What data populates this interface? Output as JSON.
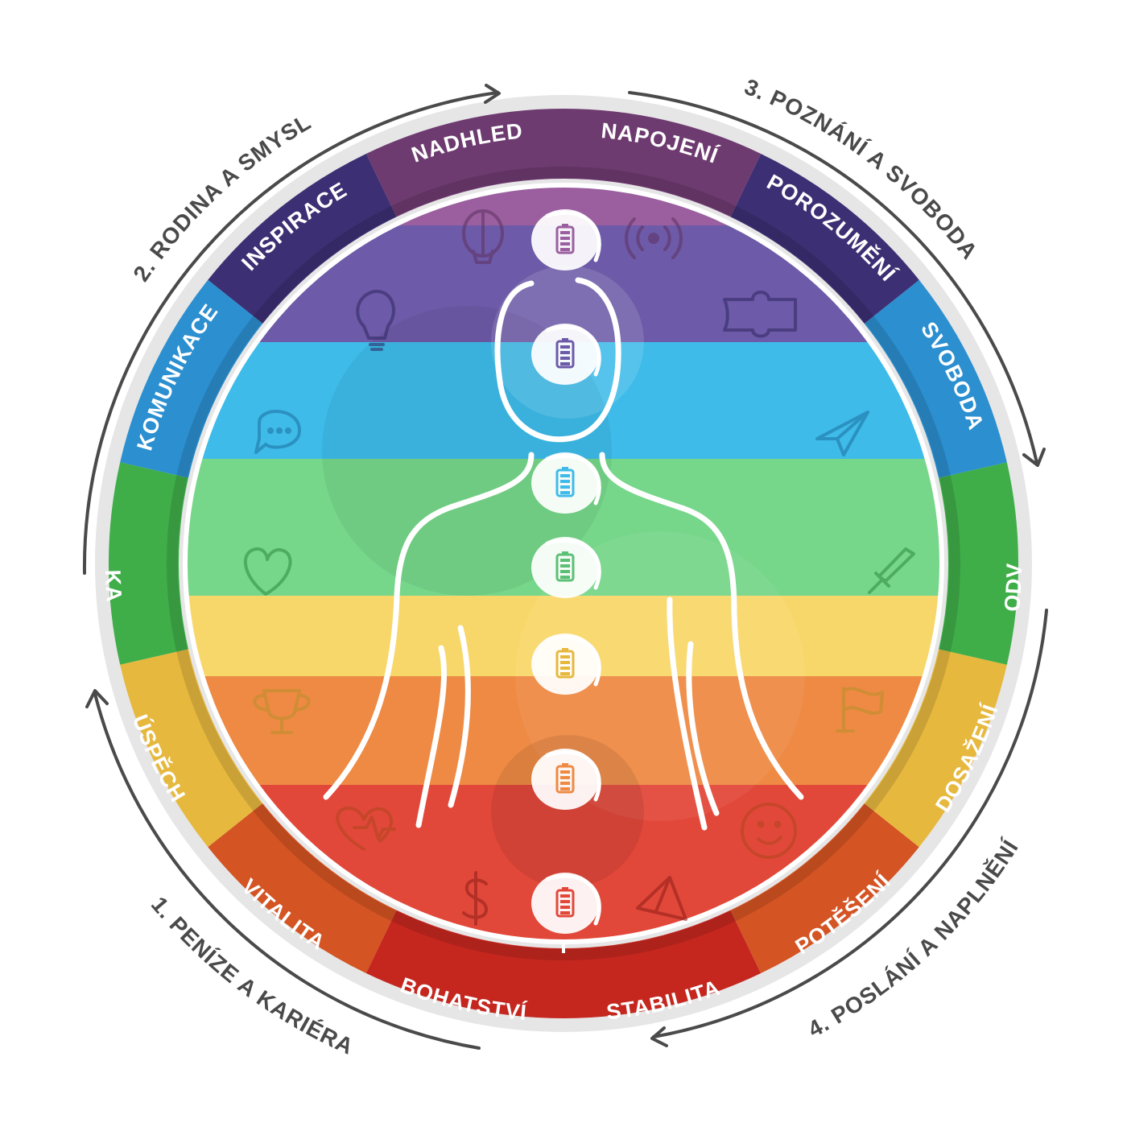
{
  "phases": [
    {
      "label": "1. PENÍZE A KARIÉRA"
    },
    {
      "label": "2. RODINA A SMYSL"
    },
    {
      "label": "3. POZNÁNÍ A SVOBODA"
    },
    {
      "label": "4. POSLÁNÍ A NAPLNĚNÍ"
    }
  ],
  "segments": [
    {
      "label": "STABILITA",
      "color": "#c5271f"
    },
    {
      "label": "POTĚŠENÍ",
      "color": "#d45423"
    },
    {
      "label": "DOSAŽENÍ",
      "color": "#e6b83e"
    },
    {
      "label": "ODVAHA",
      "color": "#3fae49"
    },
    {
      "label": "SVOBODA",
      "color": "#2c8fd0"
    },
    {
      "label": "POROZUMĚNÍ",
      "color": "#3d2f73"
    },
    {
      "label": "NAPOJENÍ",
      "color": "#6e3b70"
    },
    {
      "label": "NADHLED",
      "color": "#6e3b70"
    },
    {
      "label": "INSPIRACE",
      "color": "#3d2f73"
    },
    {
      "label": "KOMUNIKACE",
      "color": "#2c8fd0"
    },
    {
      "label": "LÁSKA",
      "color": "#3fae49"
    },
    {
      "label": "ÚSPĚCH",
      "color": "#e6b83e"
    },
    {
      "label": "VITALITA",
      "color": "#d45423"
    },
    {
      "label": "BOHATSTVÍ",
      "color": "#c5271f"
    }
  ],
  "bands": [
    {
      "name": "violet",
      "color": "#9b5fa0"
    },
    {
      "name": "indigo",
      "color": "#6d5aa8"
    },
    {
      "name": "blue",
      "color": "#3ebbe9"
    },
    {
      "name": "green",
      "color": "#76d68a"
    },
    {
      "name": "yellow",
      "color": "#f8d76a"
    },
    {
      "name": "orange",
      "color": "#ee8a44"
    },
    {
      "name": "red",
      "color": "#e2483a"
    }
  ],
  "icons": [
    "hot-air-balloon-icon",
    "broadcast-icon",
    "light-bulb-icon",
    "puzzle-icon",
    "speech-bubble-icon",
    "paper-plane-icon",
    "heart-icon",
    "sword-icon",
    "trophy-icon",
    "flag-icon",
    "heart-rate-icon",
    "smiley-icon",
    "dollar-icon",
    "pyramid-icon",
    "battery-icon"
  ]
}
